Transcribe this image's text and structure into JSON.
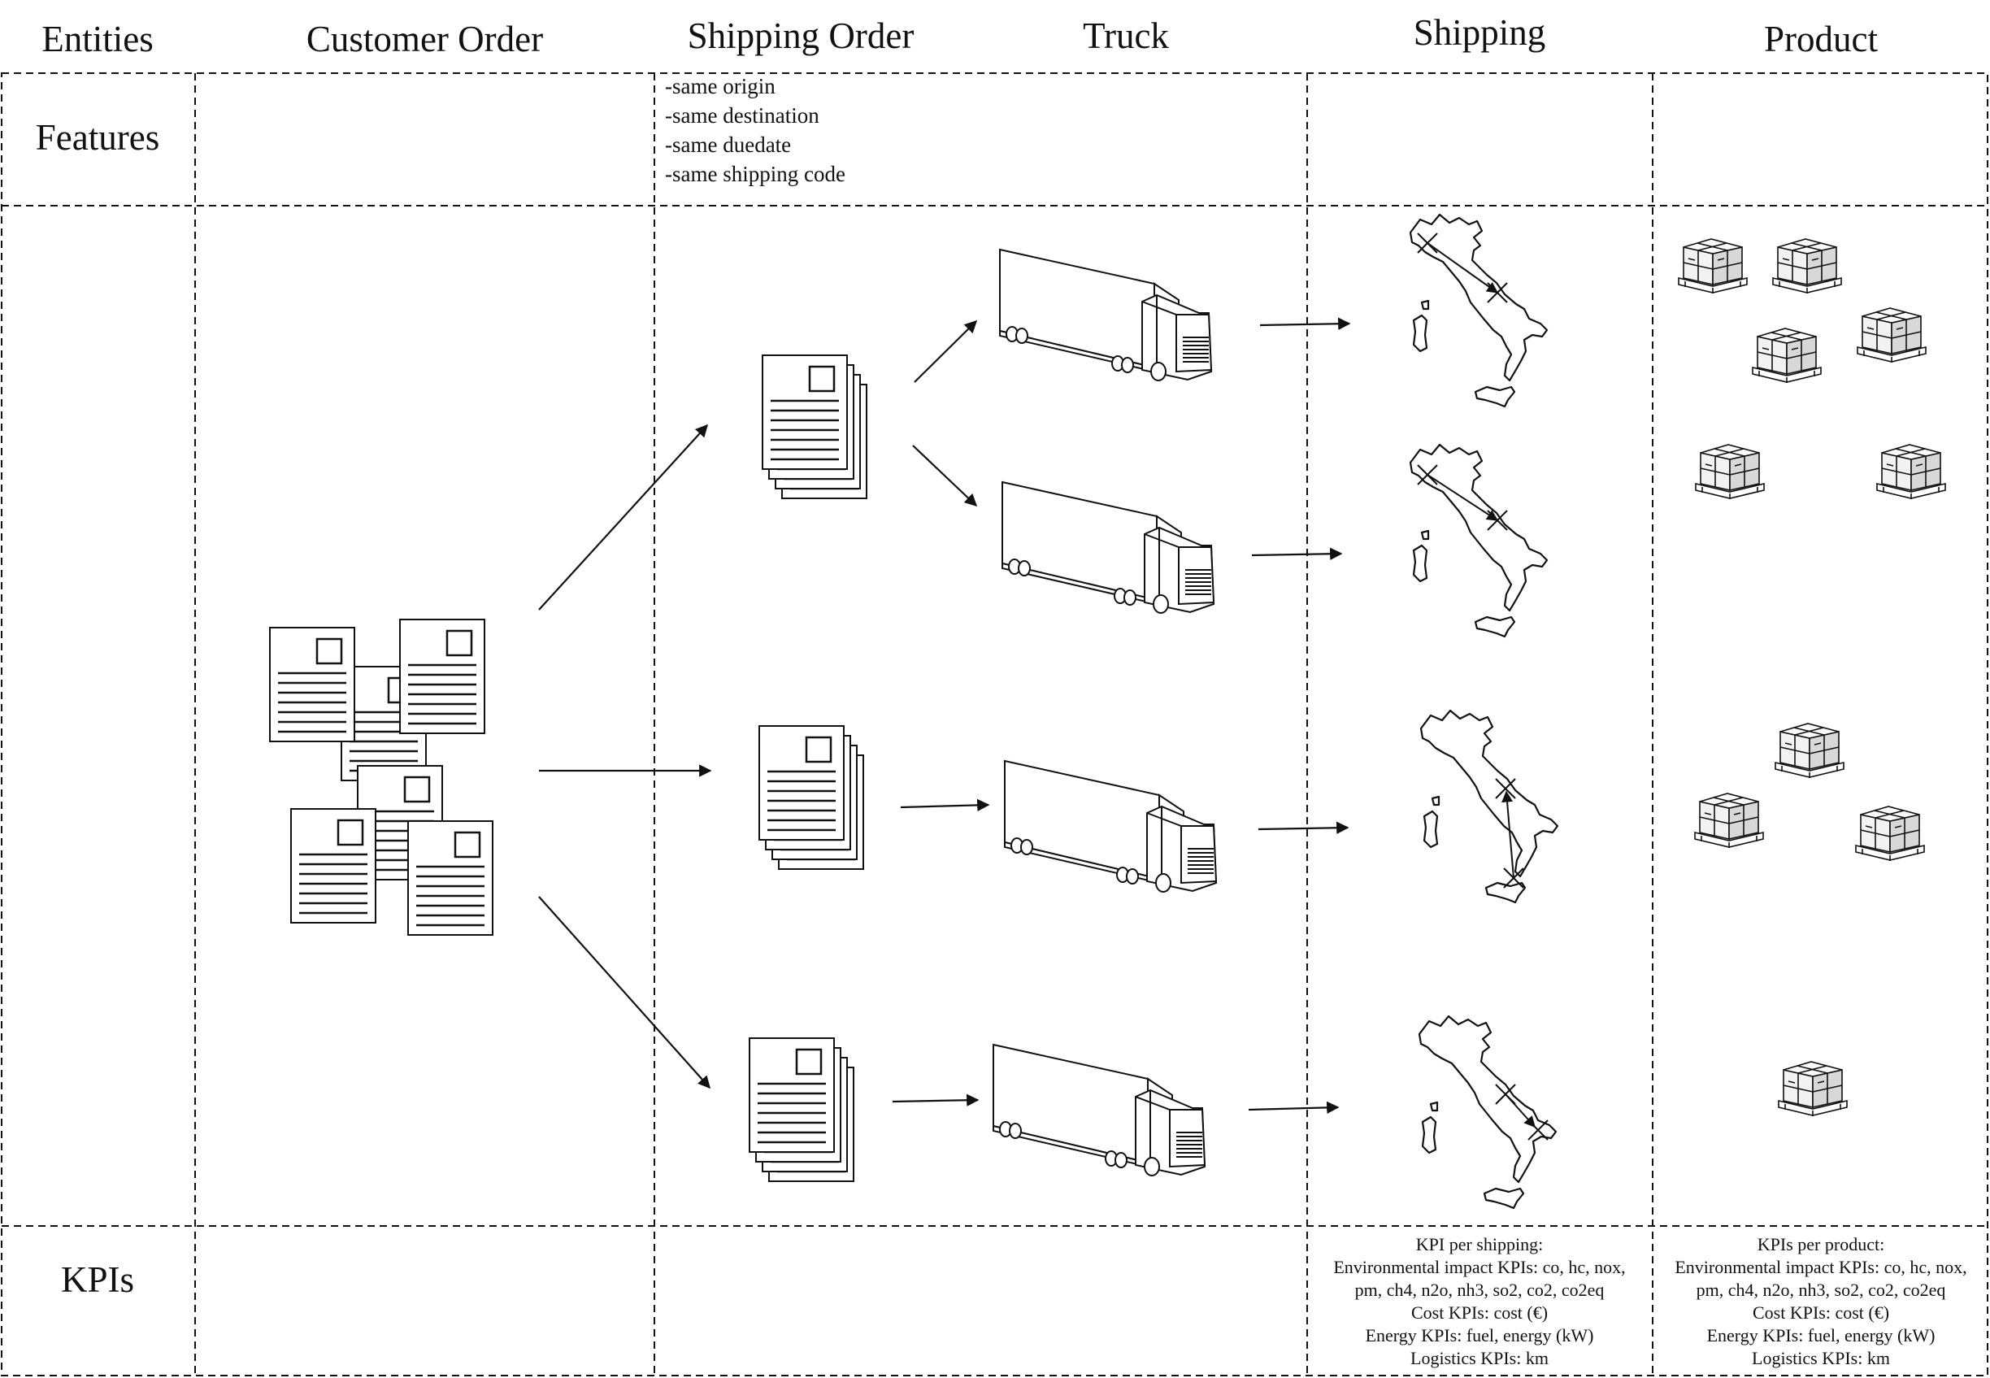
{
  "columns": {
    "entities": "Entities",
    "customer_order": "Customer Order",
    "shipping_order": "Shipping Order",
    "truck": "Truck",
    "shipping": "Shipping",
    "product": "Product"
  },
  "rows": {
    "features": "Features",
    "kpis": "KPIs"
  },
  "features": {
    "shipping_order": [
      "-same origin",
      "-same destination",
      "-same duedate",
      "-same shipping code"
    ]
  },
  "kpis": {
    "shipping": {
      "title": "KPI per shipping:",
      "env_line1": "Environmental impact KPIs: co, hc, nox,",
      "env_line2": "pm, ch4, n2o, nh3, so2, co2, co2eq",
      "cost": "Cost KPIs: cost (€)",
      "energy": "Energy KPIs: fuel, energy (kW)",
      "logistics": "Logistics KPIs: km"
    },
    "product": {
      "title": "KPIs per product:",
      "env_line1": "Environmental impact KPIs: co, hc, nox,",
      "env_line2": "pm, ch4, n2o, nh3, so2, co2, co2eq",
      "cost": "Cost KPIs: cost (€)",
      "energy": "Energy KPIs: fuel, energy (kW)",
      "logistics": "Logistics KPIs: km"
    }
  },
  "icons": {
    "order_doc": "document-icon",
    "truck": "truck-icon",
    "map": "italy-map-icon",
    "pallet": "pallet-boxes-icon"
  },
  "colors": {
    "line": "#111111",
    "background": "#ffffff"
  }
}
